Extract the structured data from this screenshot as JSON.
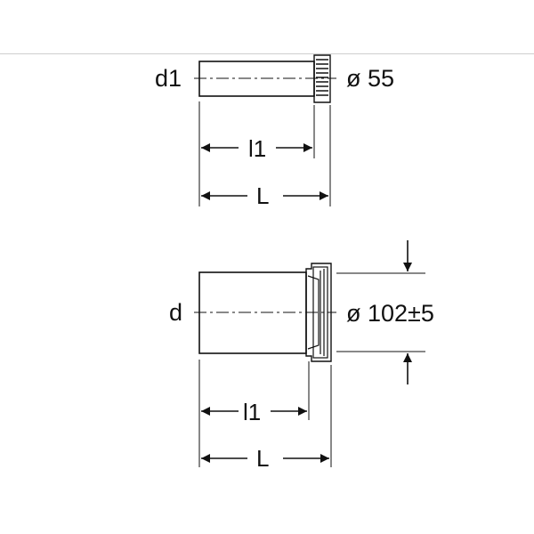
{
  "upper_part": {
    "diameter_label": "d1",
    "outer_diameter_label": "ø 55",
    "length_inner_label": "l1",
    "length_total_label": "L"
  },
  "lower_part": {
    "diameter_label": "d",
    "outer_diameter_label": "ø 102±5",
    "length_inner_label": "l1",
    "length_total_label": "L"
  },
  "colors": {
    "line": "#111111",
    "background": "#ffffff",
    "border": "#cfcfcf"
  }
}
